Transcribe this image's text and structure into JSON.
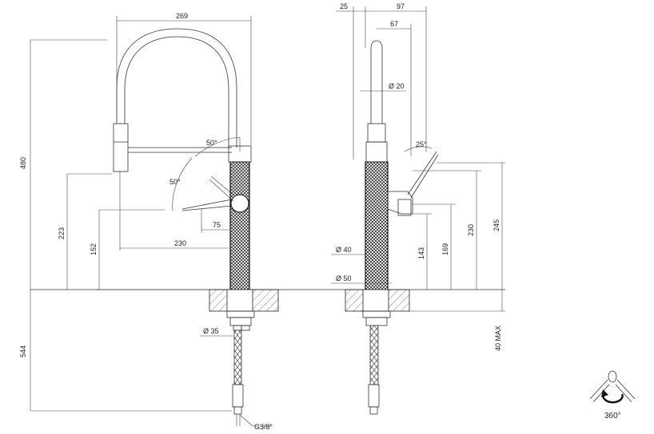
{
  "dimensions": {
    "front": {
      "width_top": "269",
      "height_total": "480",
      "spout_reach": "230",
      "outlet_offset": "75",
      "height_223": "223",
      "height_152": "152",
      "angle_a": "50°",
      "angle_b": "50°",
      "hose_diameter": "Ø 35",
      "below_deck": "544",
      "thread": "G3/8\""
    },
    "side": {
      "dim_25": "25",
      "dim_97": "97",
      "dim_67": "67",
      "spout_diameter": "Ø 20",
      "lever_angle": "25°",
      "body_diameter": "Ø 40",
      "base_diameter": "Ø 50",
      "height_143": "143",
      "height_169": "169",
      "height_230": "230",
      "height_245": "245",
      "deck_max": "40 MAX"
    },
    "rotation": "360°"
  },
  "colors": {
    "line": "#333333",
    "hatch": "#444444"
  }
}
